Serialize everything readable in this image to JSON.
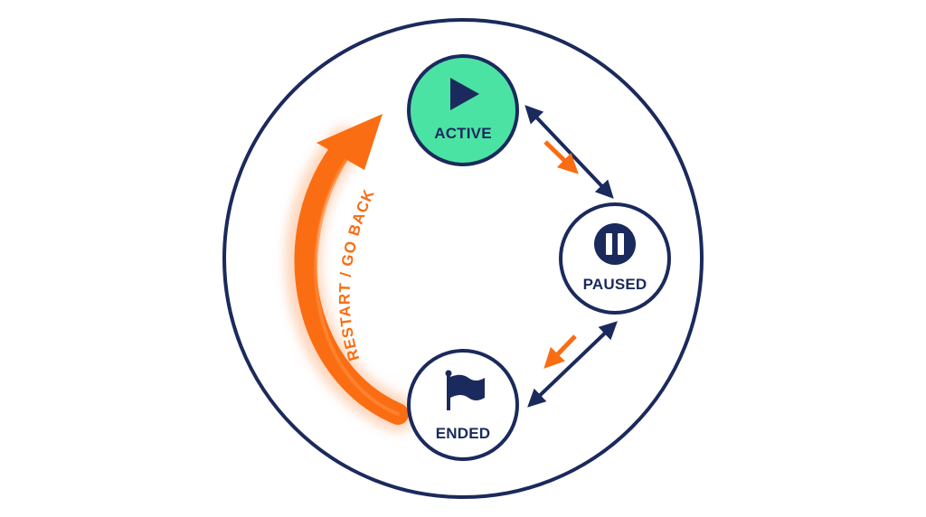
{
  "colors": {
    "navy": "#1b2a5c",
    "green": "#4be3a4",
    "orange": "#fa6d12",
    "white": "#ffffff"
  },
  "states": {
    "active": {
      "label": "ACTIVE",
      "icon": "play-icon",
      "fill": "#4be3a4"
    },
    "paused": {
      "label": "PAUSED",
      "icon": "pause-icon",
      "fill": "#ffffff"
    },
    "ended": {
      "label": "ENDED",
      "icon": "flag-icon",
      "fill": "#ffffff"
    }
  },
  "restart": {
    "label": "RESTART / GO BACK"
  }
}
